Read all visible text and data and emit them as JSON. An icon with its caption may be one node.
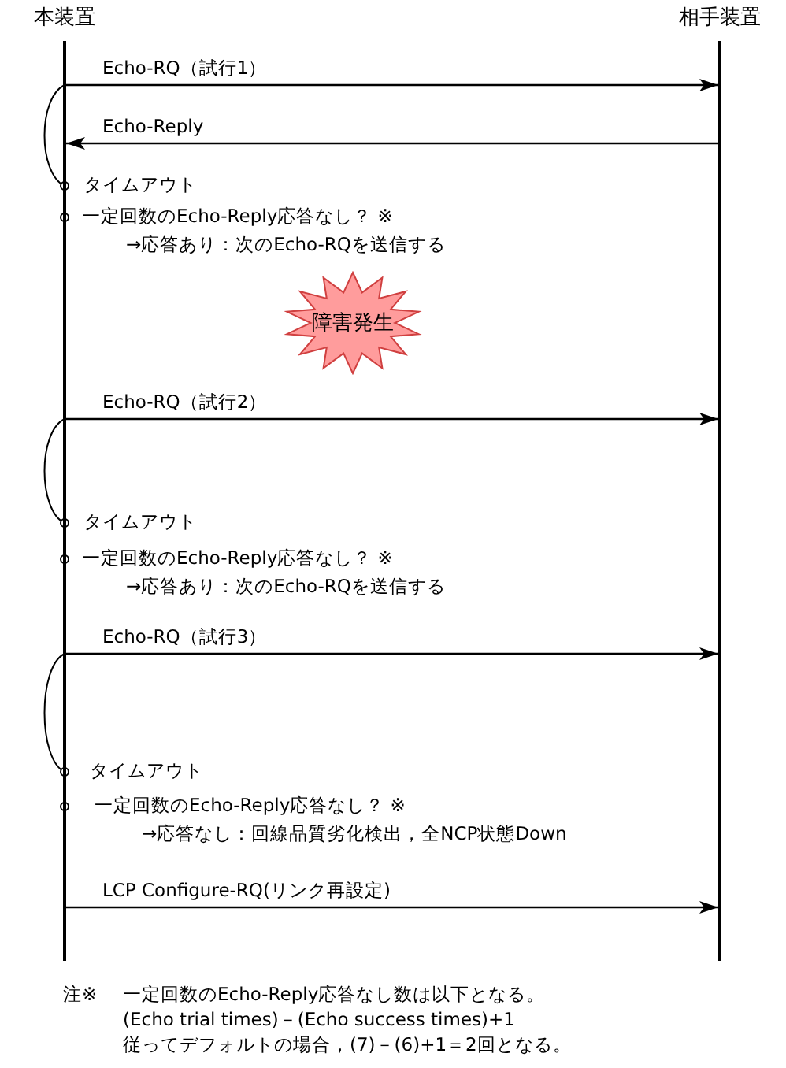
{
  "diagram": {
    "nodes": [
      {
        "text": [
          "本装置"
        ]
      },
      {
        "text": [
          "相手装置"
        ]
      },
      {
        "text": [
          "障害発生"
        ]
      }
    ],
    "edges": [
      {
        "from": 0,
        "to": 1,
        "arrow": "to",
        "label": "Echo-RQ（試行1）"
      },
      {
        "from": 1,
        "to": 0,
        "arrow": "to",
        "label": "Echo-Reply"
      },
      {
        "from": 0,
        "to": 1,
        "arrow": "to",
        "label": "Echo-RQ（試行2）"
      },
      {
        "from": 0,
        "to": 1,
        "arrow": "to",
        "label": "Echo-RQ（試行3）"
      },
      {
        "from": 0,
        "to": 1,
        "arrow": "to",
        "label": "LCP Configure-RQ(リンク再設定)"
      }
    ],
    "labels": [
      "タイムアウト",
      "一定回数のEcho-Reply応答なし？ ※",
      "→応答あり：次のEcho-RQを送信する",
      "タイムアウト",
      "一定回数のEcho-Reply応答なし？ ※",
      "→応答あり：次のEcho-RQを送信する",
      "タイムアウト",
      "一定回数のEcho-Reply応答なし？ ※",
      "→応答なし：回線品質劣化検出，全NCP状態Down",
      "注※",
      "一定回数のEcho-Reply応答なし数は以下となる。",
      "(Echo trial times)－(Echo success times)+1",
      "従ってデフォルトの場合，(7)－(6)+1＝2回となる。"
    ]
  }
}
